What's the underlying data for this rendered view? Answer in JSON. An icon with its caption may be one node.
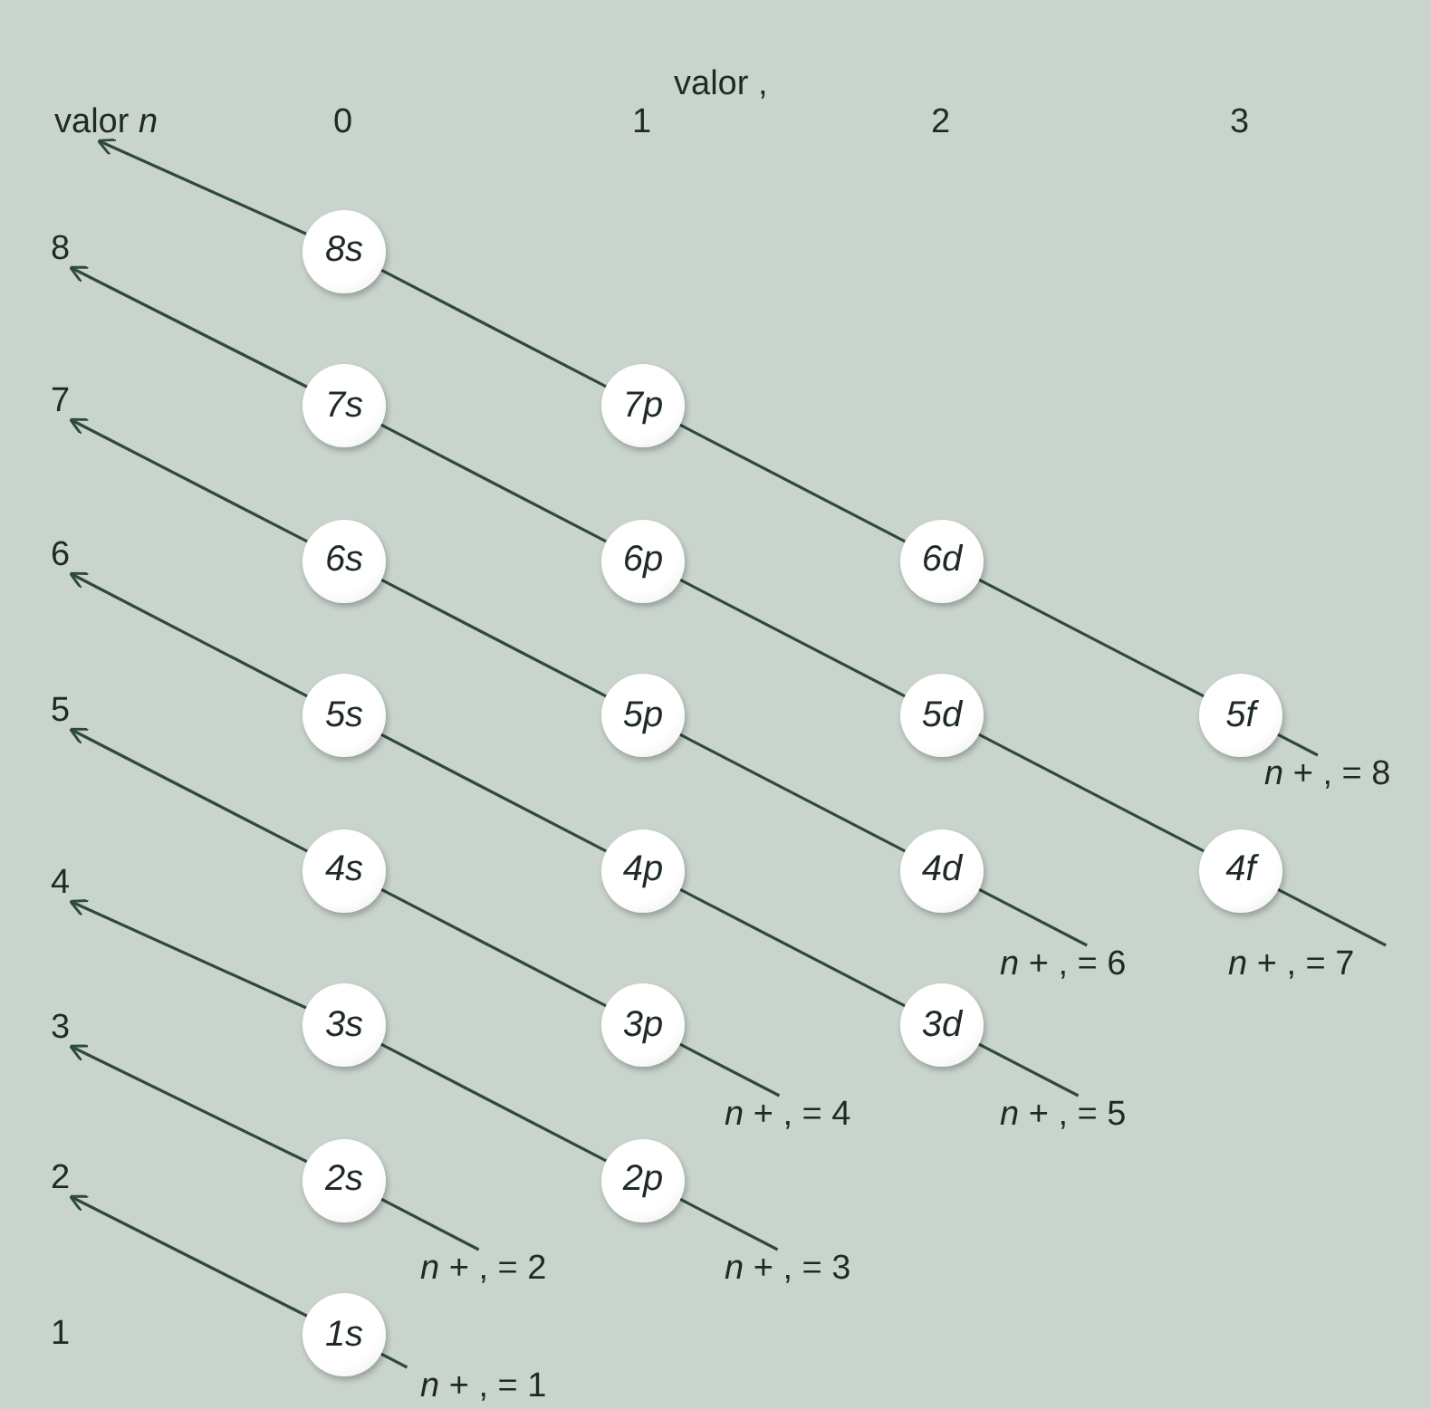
{
  "diagram": {
    "nodes": [
      {
        "text": [
          "8s"
        ]
      },
      {
        "text": [
          "7s"
        ]
      },
      {
        "text": [
          "7p"
        ]
      },
      {
        "text": [
          "6s"
        ]
      },
      {
        "text": [
          "6p"
        ]
      },
      {
        "text": [
          "6d"
        ]
      },
      {
        "text": [
          "5s"
        ]
      },
      {
        "text": [
          "5p"
        ]
      },
      {
        "text": [
          "5d"
        ]
      },
      {
        "text": [
          "5f"
        ]
      },
      {
        "text": [
          "4s"
        ]
      },
      {
        "text": [
          "4p"
        ]
      },
      {
        "text": [
          "4d"
        ]
      },
      {
        "text": [
          "4f"
        ]
      },
      {
        "text": [
          "3s"
        ]
      },
      {
        "text": [
          "3p"
        ]
      },
      {
        "text": [
          "3d"
        ]
      },
      {
        "text": [
          "2s"
        ]
      },
      {
        "text": [
          "2p"
        ]
      },
      {
        "text": [
          "1s"
        ]
      },
      {
        "text": [
          "*n* + , = 8"
        ]
      },
      {
        "text": [
          "*n* + , = 6"
        ]
      },
      {
        "text": [
          "*n* + , = 7"
        ]
      },
      {
        "text": [
          "*n* + , = 4"
        ]
      },
      {
        "text": [
          "*n* + , = 5"
        ]
      },
      {
        "text": [
          "*n* + , = 2"
        ]
      },
      {
        "text": [
          "*n* + , = 3"
        ]
      },
      {
        "text": [
          "*n* + , = 1"
        ]
      },
      {
        "text": [
          "valor *n*"
        ]
      },
      {
        "text": [
          "8"
        ]
      },
      {
        "text": [
          "7"
        ]
      },
      {
        "text": [
          "6"
        ]
      },
      {
        "text": [
          "5"
        ]
      },
      {
        "text": [
          "4"
        ]
      },
      {
        "text": [
          "3"
        ]
      },
      {
        "text": [
          "2"
        ]
      },
      {
        "text": [
          "1"
        ]
      }
    ],
    "edges": [
      {
        "from": 20,
        "to": 9,
        "arrow": "none"
      },
      {
        "from": 9,
        "to": 5,
        "arrow": "none"
      },
      {
        "from": 5,
        "to": 2,
        "arrow": "none"
      },
      {
        "from": 2,
        "to": 0,
        "arrow": "none"
      },
      {
        "from": 0,
        "to": 28,
        "arrow": "to"
      },
      {
        "from": 22,
        "to": 13,
        "arrow": "none"
      },
      {
        "from": 13,
        "to": 8,
        "arrow": "none"
      },
      {
        "from": 8,
        "to": 4,
        "arrow": "none"
      },
      {
        "from": 4,
        "to": 1,
        "arrow": "none"
      },
      {
        "from": 1,
        "to": 29,
        "arrow": "to"
      },
      {
        "from": 21,
        "to": 12,
        "arrow": "none"
      },
      {
        "from": 12,
        "to": 7,
        "arrow": "none"
      },
      {
        "from": 7,
        "to": 3,
        "arrow": "none"
      },
      {
        "from": 3,
        "to": 30,
        "arrow": "to"
      },
      {
        "from": 24,
        "to": 16,
        "arrow": "none"
      },
      {
        "from": 16,
        "to": 11,
        "arrow": "none"
      },
      {
        "from": 11,
        "to": 6,
        "arrow": "none"
      },
      {
        "from": 6,
        "to": 31,
        "arrow": "to"
      },
      {
        "from": 23,
        "to": 15,
        "arrow": "none"
      },
      {
        "from": 15,
        "to": 10,
        "arrow": "none"
      },
      {
        "from": 10,
        "to": 32,
        "arrow": "to"
      },
      {
        "from": 26,
        "to": 18,
        "arrow": "none"
      },
      {
        "from": 18,
        "to": 14,
        "arrow": "none"
      },
      {
        "from": 14,
        "to": 33,
        "arrow": "to"
      },
      {
        "from": 25,
        "to": 17,
        "arrow": "none"
      },
      {
        "from": 17,
        "to": 34,
        "arrow": "to"
      },
      {
        "from": 27,
        "to": 19,
        "arrow": "none"
      },
      {
        "from": 19,
        "to": 35,
        "arrow": "to"
      }
    ],
    "labels": [
      "valor ,",
      "0",
      "1",
      "2",
      "3"
    ]
  }
}
